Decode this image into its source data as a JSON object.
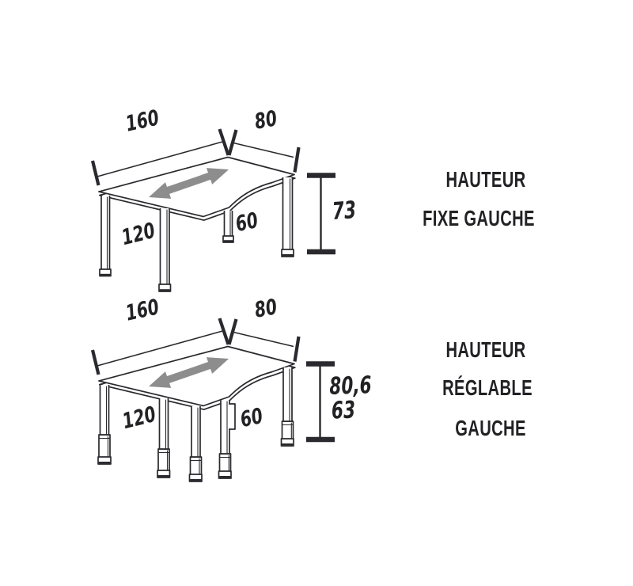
{
  "colors": {
    "line": "#2a2a2e",
    "arrow": "#8d8d8d",
    "text": "#222225",
    "background": "#ffffff"
  },
  "desks": {
    "fixed": {
      "width": "160",
      "right_depth": "80",
      "left_depth": "120",
      "cutout_depth": "60",
      "height": "73",
      "caption_line1": "HAUTEUR",
      "caption_line2": "FIXE GAUCHE"
    },
    "adjustable": {
      "width": "160",
      "right_depth": "80",
      "left_depth": "120",
      "cutout_depth": "60",
      "height_max": "80,6",
      "height_min": "63",
      "caption_line1": "HAUTEUR",
      "caption_line2": "RÉGLABLE",
      "caption_line3": "GAUCHE"
    }
  }
}
